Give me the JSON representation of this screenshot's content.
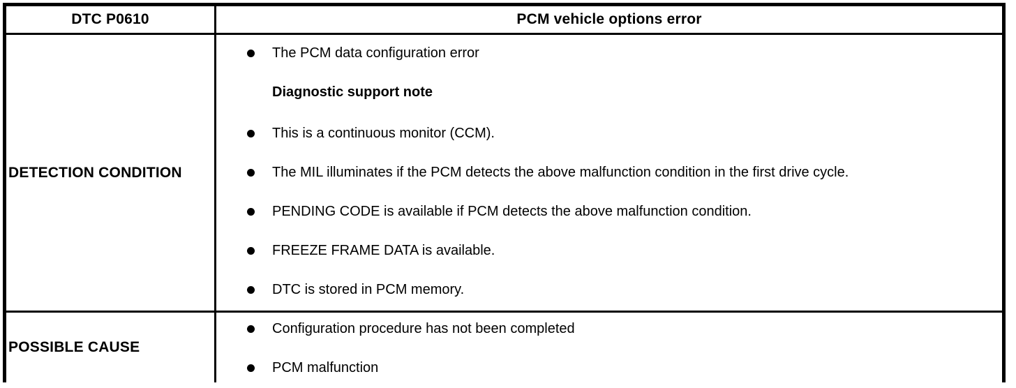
{
  "colors": {
    "border": "#000000",
    "background": "#ffffff",
    "text": "#000000"
  },
  "table": {
    "header": {
      "dtc": "DTC P0610",
      "description": "PCM vehicle options error"
    },
    "rows": [
      {
        "label": "DETECTION CONDITION",
        "items": [
          {
            "type": "bullet",
            "text": "The PCM data configuration error"
          },
          {
            "type": "note",
            "text": "Diagnostic support note"
          },
          {
            "type": "bullet",
            "text": "This is a continuous monitor (CCM)."
          },
          {
            "type": "bullet",
            "text": "The MIL illuminates if the PCM detects the above malfunction condition in the first drive cycle."
          },
          {
            "type": "bullet",
            "text": "PENDING CODE is available if PCM detects the above malfunction condition."
          },
          {
            "type": "bullet",
            "text": "FREEZE FRAME DATA is available."
          },
          {
            "type": "bullet",
            "text": "DTC is stored in PCM memory."
          }
        ]
      },
      {
        "label": "POSSIBLE CAUSE",
        "items": [
          {
            "type": "bullet",
            "text": "Configuration procedure has not been completed"
          },
          {
            "type": "bullet",
            "text": "PCM malfunction"
          }
        ]
      }
    ]
  }
}
